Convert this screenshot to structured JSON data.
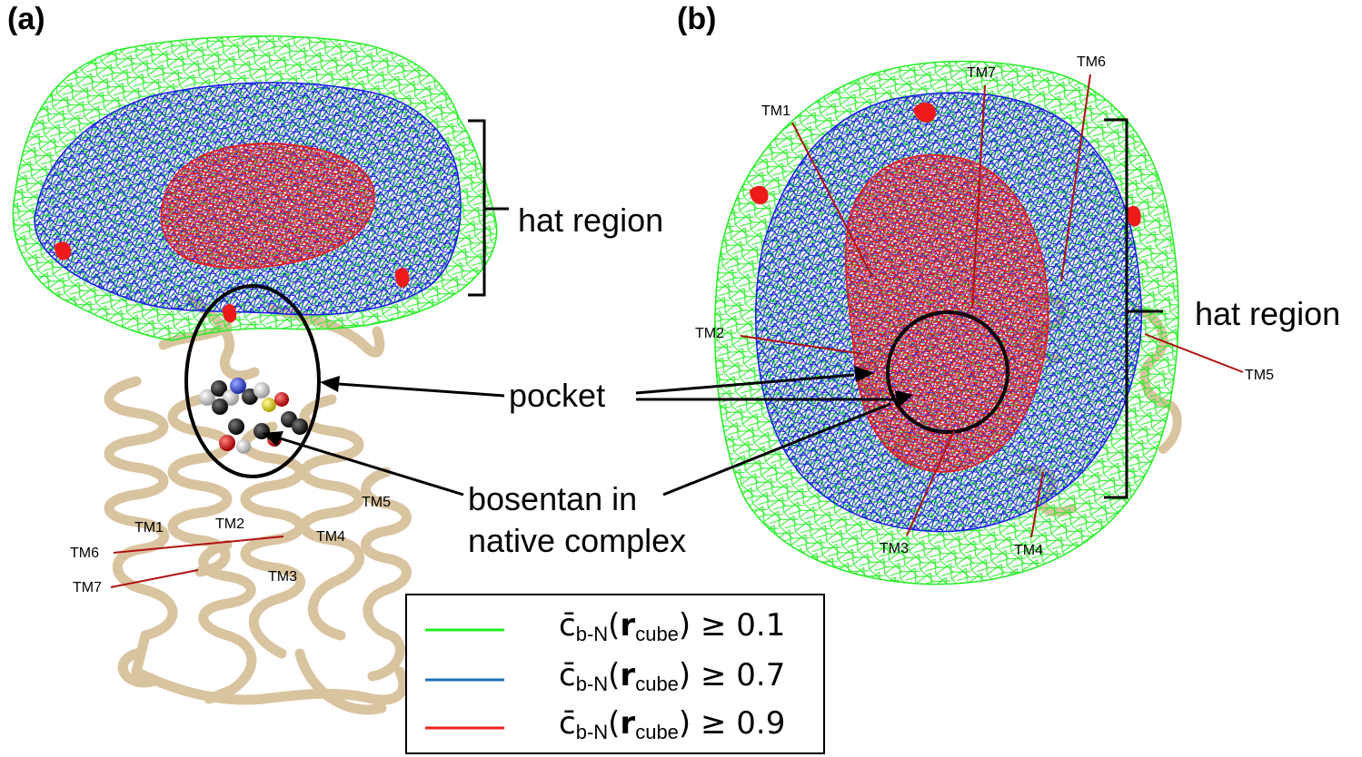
{
  "panels": [
    {
      "label": "(a)",
      "callouts": {
        "hat": "hat region",
        "pocket": "pocket",
        "ligand_line1": "bosentan in",
        "ligand_line2": "native complex"
      },
      "helix_labels": [
        "TM1",
        "TM2",
        "TM3",
        "TM4",
        "TM5",
        "TM6",
        "TM7"
      ]
    },
    {
      "label": "(b)",
      "callouts": {
        "hat": "hat region"
      },
      "helix_labels": [
        "TM1",
        "TM2",
        "TM3",
        "TM4",
        "TM5",
        "TM6",
        "TM7"
      ]
    }
  ],
  "legend": [
    {
      "color": "#22ee22",
      "sym": "c̄",
      "sub1": "b-N",
      "paren_open": "(",
      "bold": "r",
      "sub2": "cube",
      "rest": ") ≥ 0.1"
    },
    {
      "color": "#1f6fb8",
      "sym": "c̄",
      "sub1": "b-N",
      "paren_open": "(",
      "bold": "r",
      "sub2": "cube",
      "rest": ") ≥ 0.7"
    },
    {
      "color": "#ee2222",
      "sym": "c̄",
      "sub1": "b-N",
      "paren_open": "(",
      "bold": "r",
      "sub2": "cube",
      "rest": ") ≥ 0.9"
    }
  ],
  "colors": {
    "mesh_low": "#22ee22",
    "mesh_mid": "#1a1aee",
    "mesh_high": "#ee1a1a",
    "protein": "#d9c4a0",
    "leader": "#b01010"
  }
}
